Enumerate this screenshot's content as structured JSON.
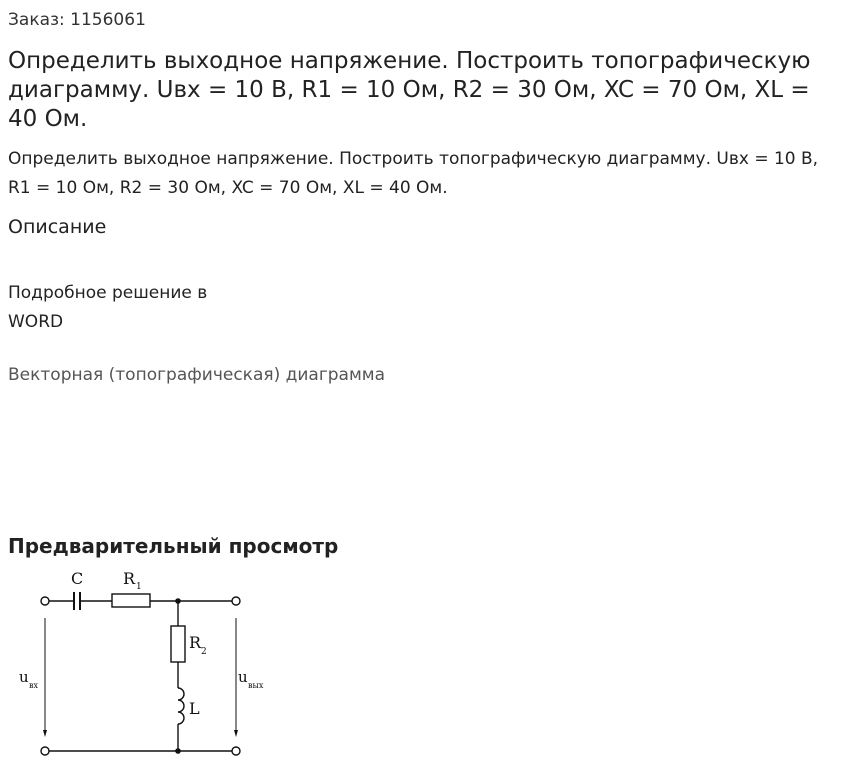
{
  "order_label": "Заказ: 1156061",
  "title": "Определить выходное напряжение. Построить топографическую диаграмму. Uвх = 10 В, R1 = 10 Ом, R2 = 30 Ом, XC = 70 Ом, XL = 40 Ом.",
  "description": "Определить выходное напряжение. Построить топографическую диаграмму. Uвх = 10 В, R1 = 10 Ом, R2 = 30 Ом, XC = 70 Ом, XL = 40 Ом.",
  "section_title": "Описание",
  "solution_text": "Подробное решение в WORD",
  "diagram_text": "Векторная (топографическая) диаграмма",
  "preview_title": "Предварительный просмотр",
  "circuit": {
    "label_c": "C",
    "label_r": "R",
    "label_r1_sub": "1",
    "label_r2_sub": "2",
    "label_l": "L",
    "label_u": "u",
    "label_in_sub": "вх",
    "label_out_sub": "вых"
  }
}
